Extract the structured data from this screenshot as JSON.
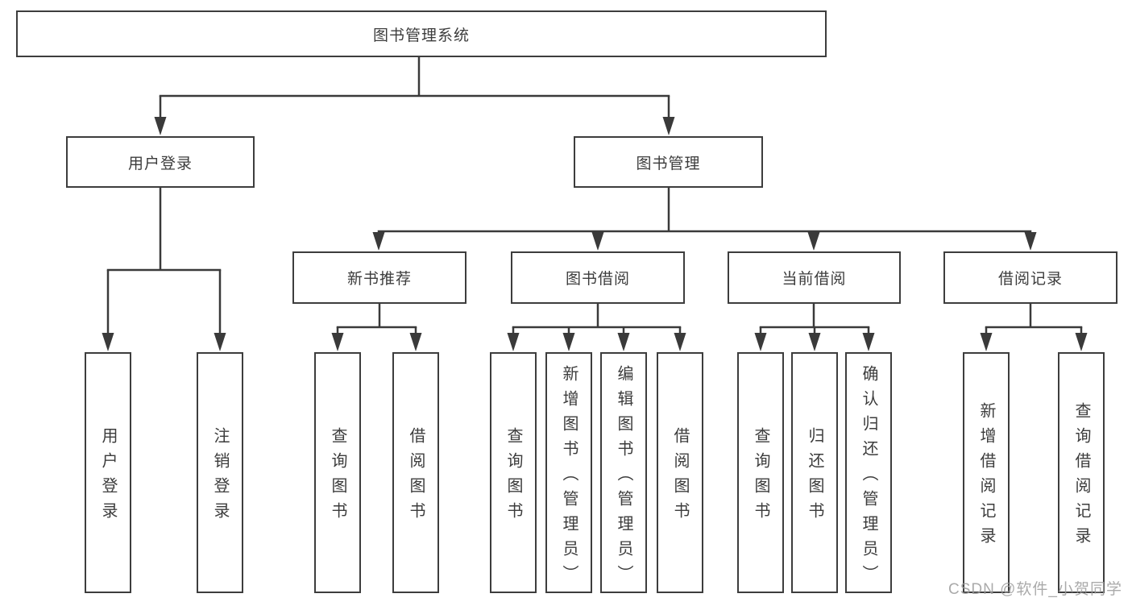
{
  "root": {
    "label": "图书管理系统"
  },
  "branches": [
    {
      "label": "用户登录",
      "children": [
        {
          "label": "用户登录"
        },
        {
          "label": "注销登录"
        }
      ]
    },
    {
      "label": "图书管理",
      "children": [
        {
          "label": "新书推荐",
          "children": [
            {
              "label": "查询图书"
            },
            {
              "label": "借阅图书"
            }
          ]
        },
        {
          "label": "图书借阅",
          "children": [
            {
              "label": "查询图书"
            },
            {
              "label": "新增图书（管理员）"
            },
            {
              "label": "编辑图书（管理员）"
            },
            {
              "label": "借阅图书"
            }
          ]
        },
        {
          "label": "当前借阅",
          "children": [
            {
              "label": "查询图书"
            },
            {
              "label": "归还图书"
            },
            {
              "label": "确认归还（管理员）"
            }
          ]
        },
        {
          "label": "借阅记录",
          "children": [
            {
              "label": "新增借阅记录"
            },
            {
              "label": "查询借阅记录"
            }
          ]
        }
      ]
    }
  ],
  "watermark": {
    "text": "CSDN @软件_小贺同学"
  },
  "colors": {
    "line": "#3a3a3a",
    "box_border": "#3d3d3d",
    "text": "#3c3c3c",
    "watermark": "#9b9b9b",
    "background": "#ffffff"
  }
}
